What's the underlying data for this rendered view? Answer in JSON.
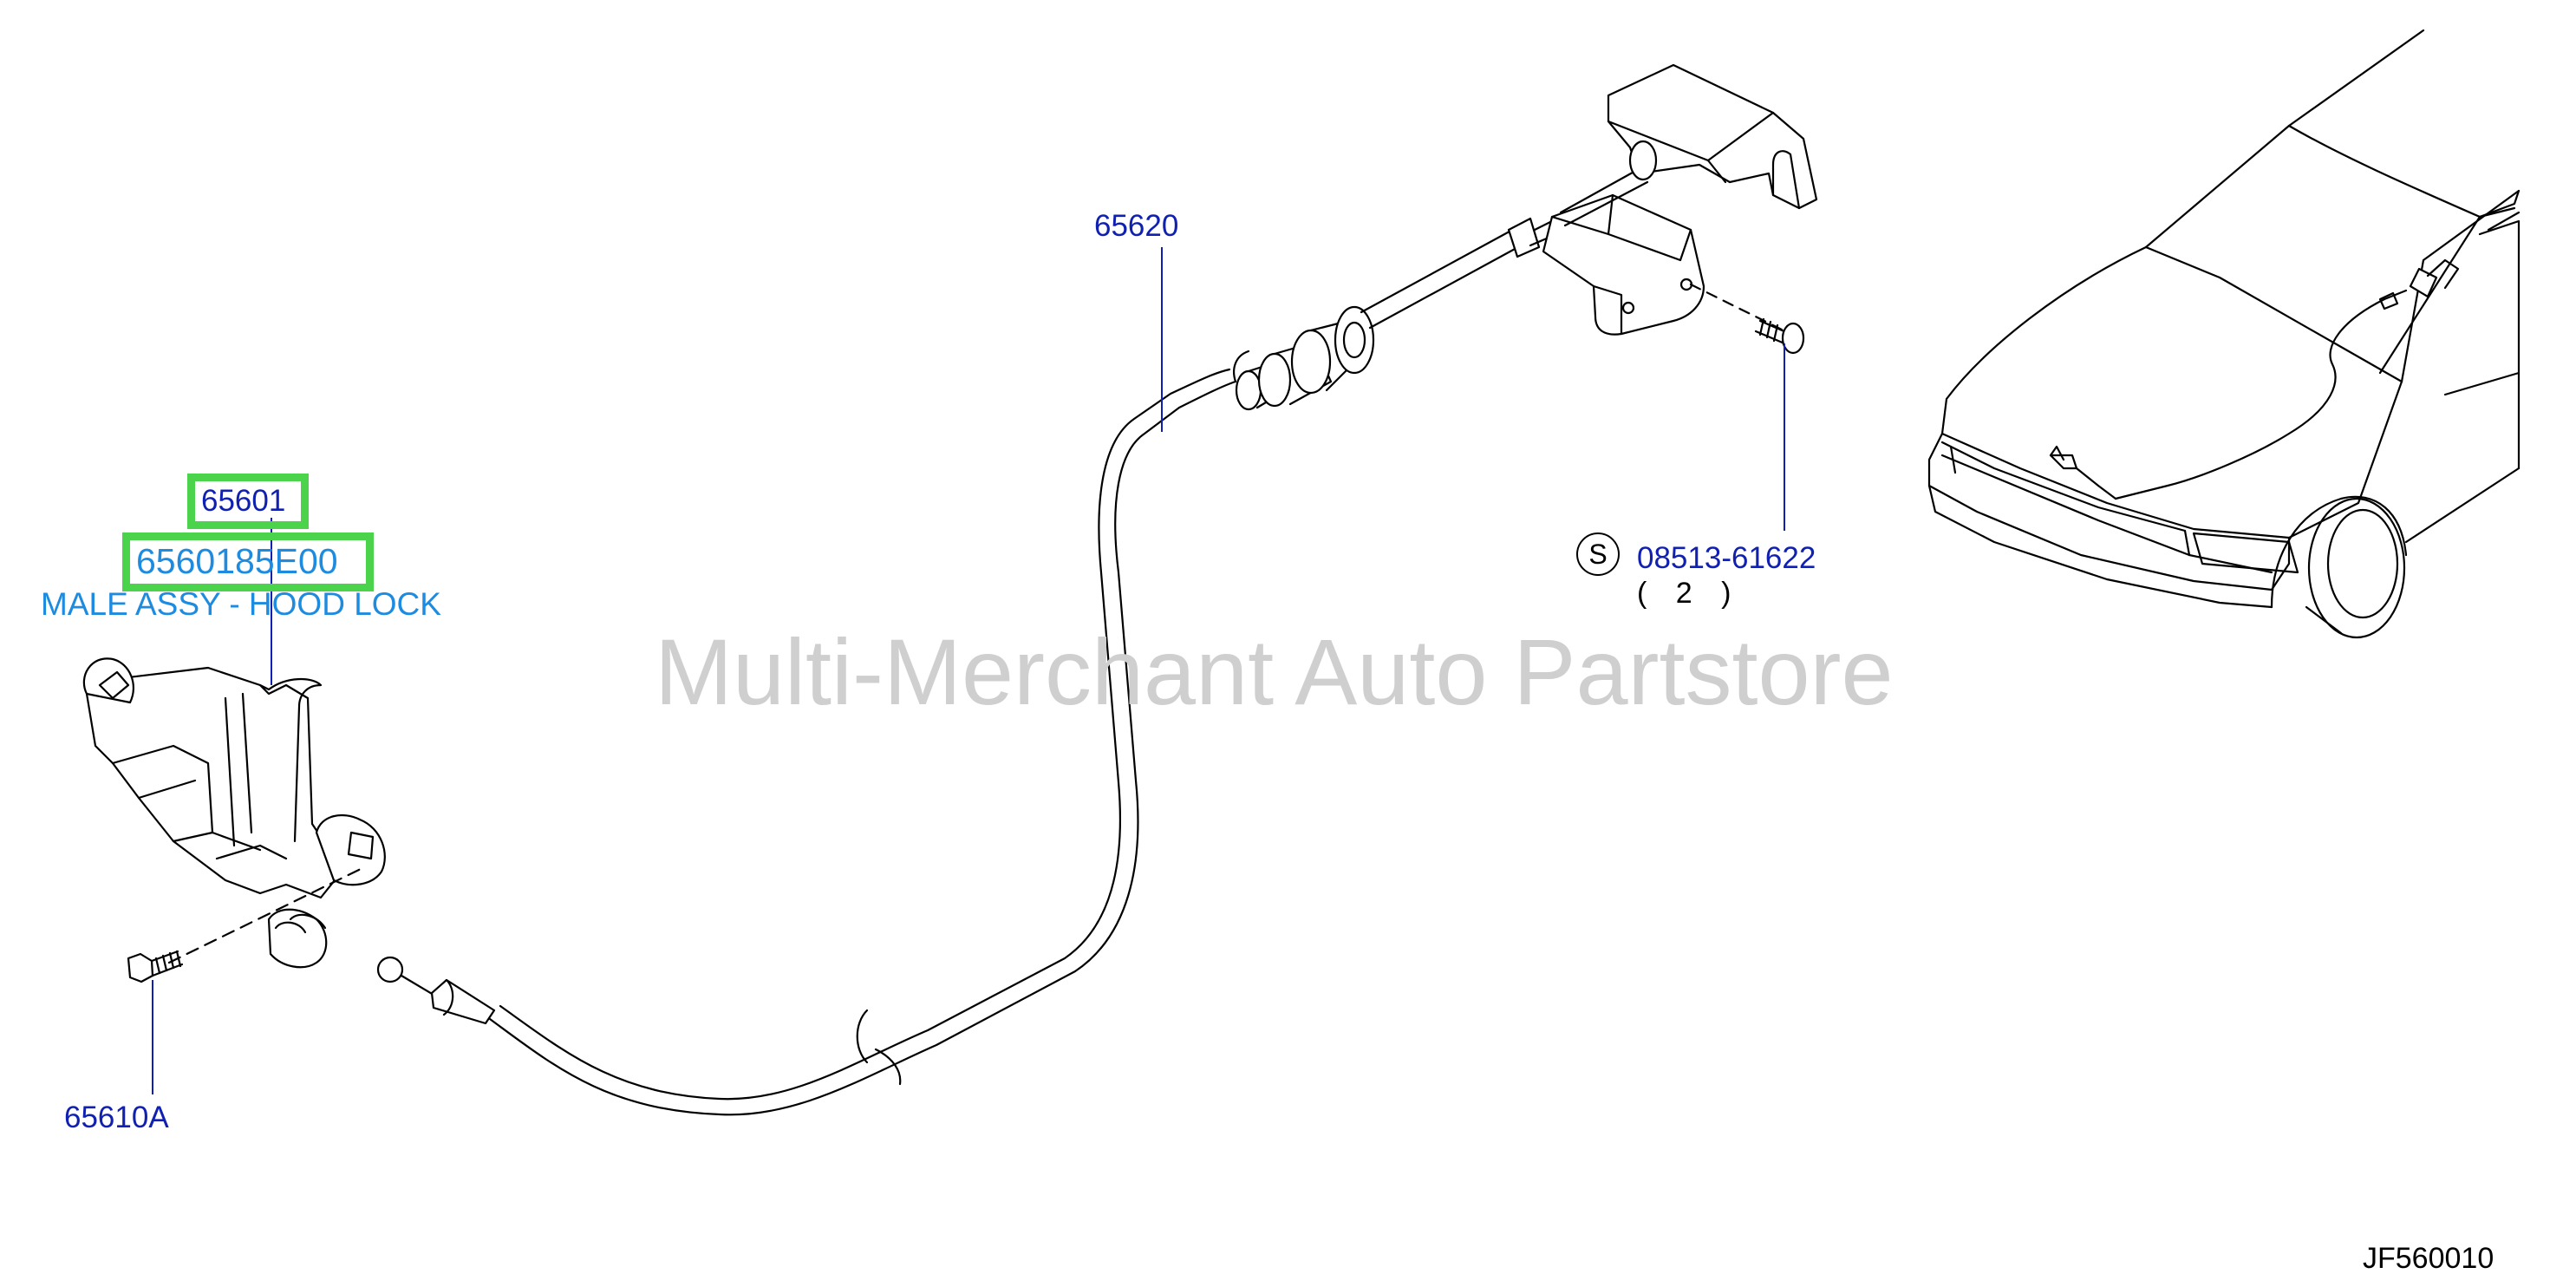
{
  "parts": {
    "p65601": "65601",
    "p6560185E00": "6560185E00",
    "description": "MALE ASSY - HOOD LOCK",
    "p65620": "65620",
    "p65610A": "65610A",
    "p0851361622": "08513-61622",
    "qty": "( 2 )",
    "s_symbol": "S"
  },
  "watermark": "Multi-Merchant Auto Partstore",
  "diagram_code": "JF560010",
  "colors": {
    "label": "#1020b0",
    "highlight_border": "#4bd34b",
    "description": "#1d8be0",
    "watermark": "#cfcfcf"
  }
}
